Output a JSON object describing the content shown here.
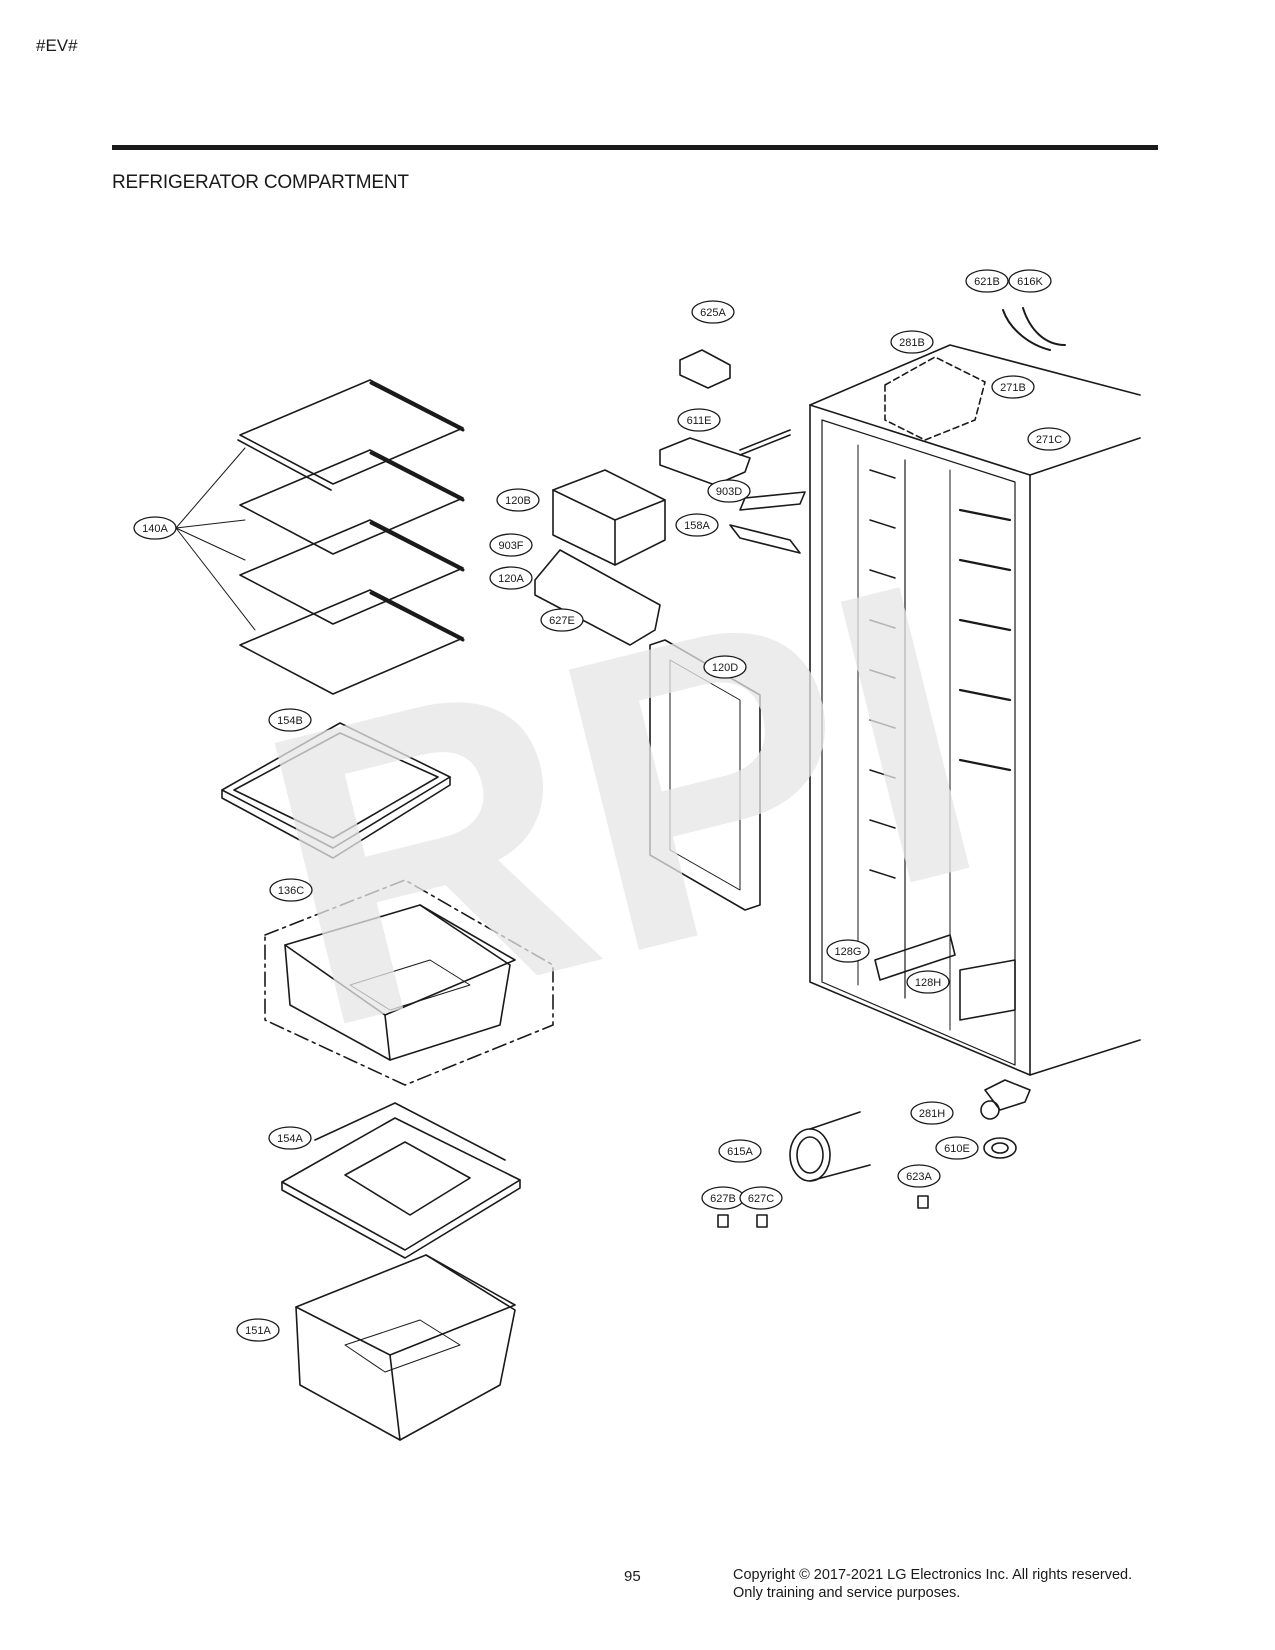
{
  "header": {
    "code": "#EV#",
    "section_title": "REFRIGERATOR COMPARTMENT"
  },
  "watermark": {
    "text": "RPI",
    "color": "#e6e6e6"
  },
  "callouts": [
    {
      "id": "p140A",
      "label": "140A"
    },
    {
      "id": "p154B",
      "label": "154B"
    },
    {
      "id": "p136C",
      "label": "136C"
    },
    {
      "id": "p154A",
      "label": "154A"
    },
    {
      "id": "p151A",
      "label": "151A"
    },
    {
      "id": "p625A",
      "label": "625A"
    },
    {
      "id": "p611E",
      "label": "611E"
    },
    {
      "id": "p120B",
      "label": "120B"
    },
    {
      "id": "p903F",
      "label": "903F"
    },
    {
      "id": "p120A",
      "label": "120A"
    },
    {
      "id": "p627E",
      "label": "627E"
    },
    {
      "id": "p903D",
      "label": "903D"
    },
    {
      "id": "p158A",
      "label": "158A"
    },
    {
      "id": "p120D",
      "label": "120D"
    },
    {
      "id": "p621B",
      "label": "621B"
    },
    {
      "id": "p616K",
      "label": "616K"
    },
    {
      "id": "p281B",
      "label": "281B"
    },
    {
      "id": "p271B",
      "label": "271B"
    },
    {
      "id": "p271C",
      "label": "271C"
    },
    {
      "id": "p128G",
      "label": "128G"
    },
    {
      "id": "p128H",
      "label": "128H"
    },
    {
      "id": "p281H",
      "label": "281H"
    },
    {
      "id": "p610E",
      "label": "610E"
    },
    {
      "id": "p615A",
      "label": "615A"
    },
    {
      "id": "p623A",
      "label": "623A"
    },
    {
      "id": "p627B",
      "label": "627B"
    },
    {
      "id": "p627C",
      "label": "627C"
    }
  ],
  "footer": {
    "page_number": "95",
    "copyright": "Copyright © 2017-2021 LG Electronics Inc. All rights reserved. Only training and service purposes."
  }
}
